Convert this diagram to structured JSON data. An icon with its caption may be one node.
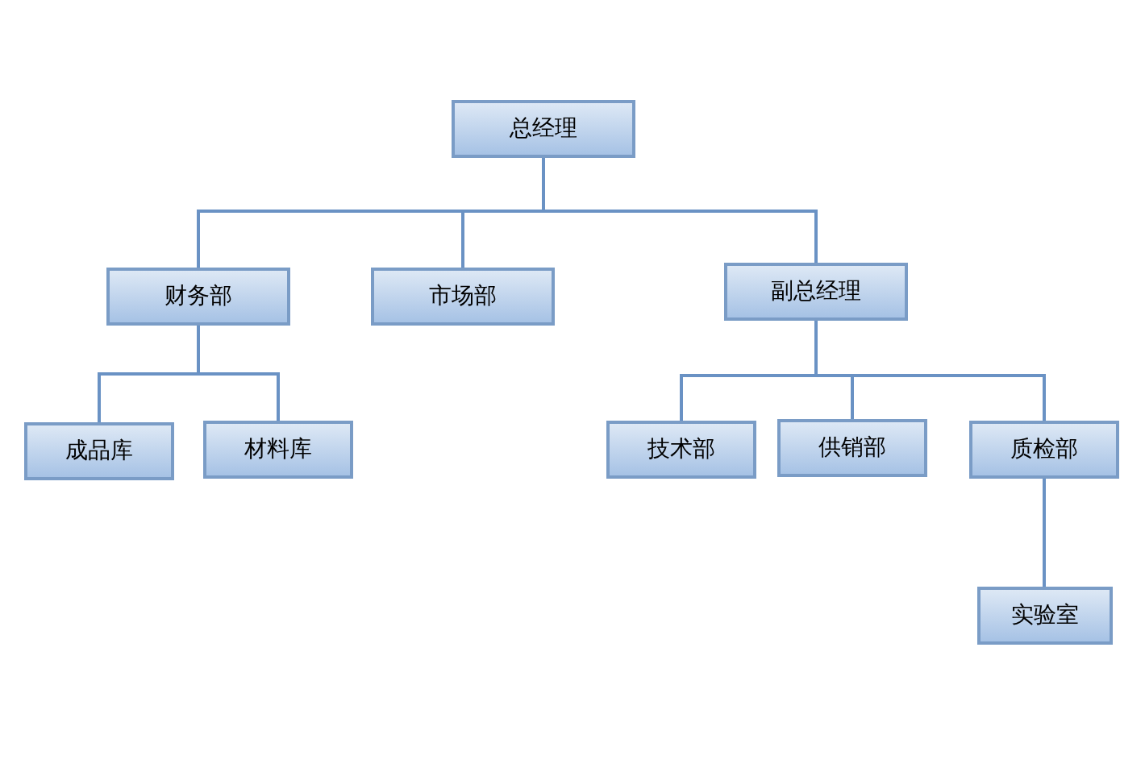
{
  "diagram": {
    "nodes": [
      {
        "text": [
          "总经理"
        ]
      },
      {
        "text": [
          "财务部"
        ]
      },
      {
        "text": [
          "市场部"
        ]
      },
      {
        "text": [
          "副总经理"
        ]
      },
      {
        "text": [
          "成品库"
        ]
      },
      {
        "text": [
          "材料库"
        ]
      },
      {
        "text": [
          "技术部"
        ]
      },
      {
        "text": [
          "供销部"
        ]
      },
      {
        "text": [
          "质检部"
        ]
      },
      {
        "text": [
          "实验室"
        ]
      }
    ],
    "edges": [
      {
        "from": 0,
        "to": 1,
        "arrow": "none"
      },
      {
        "from": 0,
        "to": 2,
        "arrow": "none"
      },
      {
        "from": 0,
        "to": 3,
        "arrow": "none"
      },
      {
        "from": 1,
        "to": 4,
        "arrow": "none"
      },
      {
        "from": 1,
        "to": 5,
        "arrow": "none"
      },
      {
        "from": 3,
        "to": 6,
        "arrow": "none"
      },
      {
        "from": 3,
        "to": 7,
        "arrow": "none"
      },
      {
        "from": 3,
        "to": 8,
        "arrow": "none"
      },
      {
        "from": 8,
        "to": 9,
        "arrow": "none"
      }
    ]
  }
}
